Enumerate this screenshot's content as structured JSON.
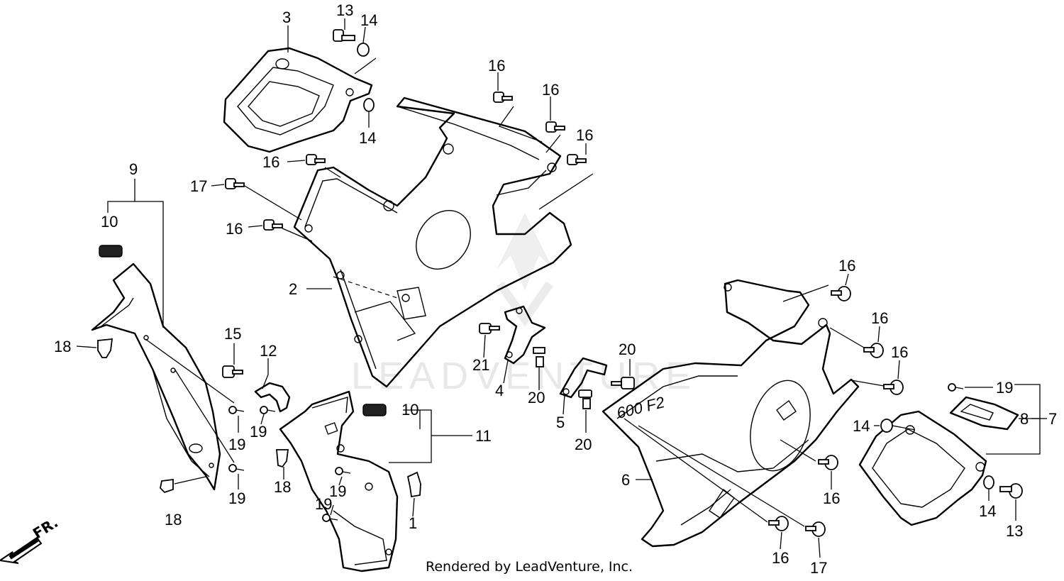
{
  "watermark": {
    "text": "LEADVENTURE"
  },
  "direction_label": "FR.",
  "footer": {
    "text": "Rendered by LeadVenture, Inc."
  },
  "callouts": {
    "c3": "3",
    "c13a": "13",
    "c14a": "14",
    "c14b": "14",
    "c16a": "16",
    "c16b": "16",
    "c16c": "16",
    "c16d": "16",
    "c16e": "16",
    "c17a": "17",
    "c9": "9",
    "c10a": "10",
    "c2": "2",
    "c18a": "18",
    "c15": "15",
    "c12": "12",
    "c19a": "19",
    "c19b": "19",
    "c19c": "19",
    "c19d": "19",
    "c19e": "19",
    "c18b": "18",
    "c18c": "18",
    "c10b": "10",
    "c11": "11",
    "c1": "1",
    "c21": "21",
    "c4": "4",
    "c20a": "20",
    "c20b": "20",
    "c20c": "20",
    "c5": "5",
    "c6": "6",
    "c16f": "16",
    "c16g": "16",
    "c16h": "16",
    "c16i": "16",
    "c16j": "16",
    "c17b": "17",
    "c14c": "14",
    "c14d": "14",
    "c13b": "13",
    "c19f": "19",
    "c8": "8",
    "c7": "7"
  },
  "logo_text": "600 F2"
}
